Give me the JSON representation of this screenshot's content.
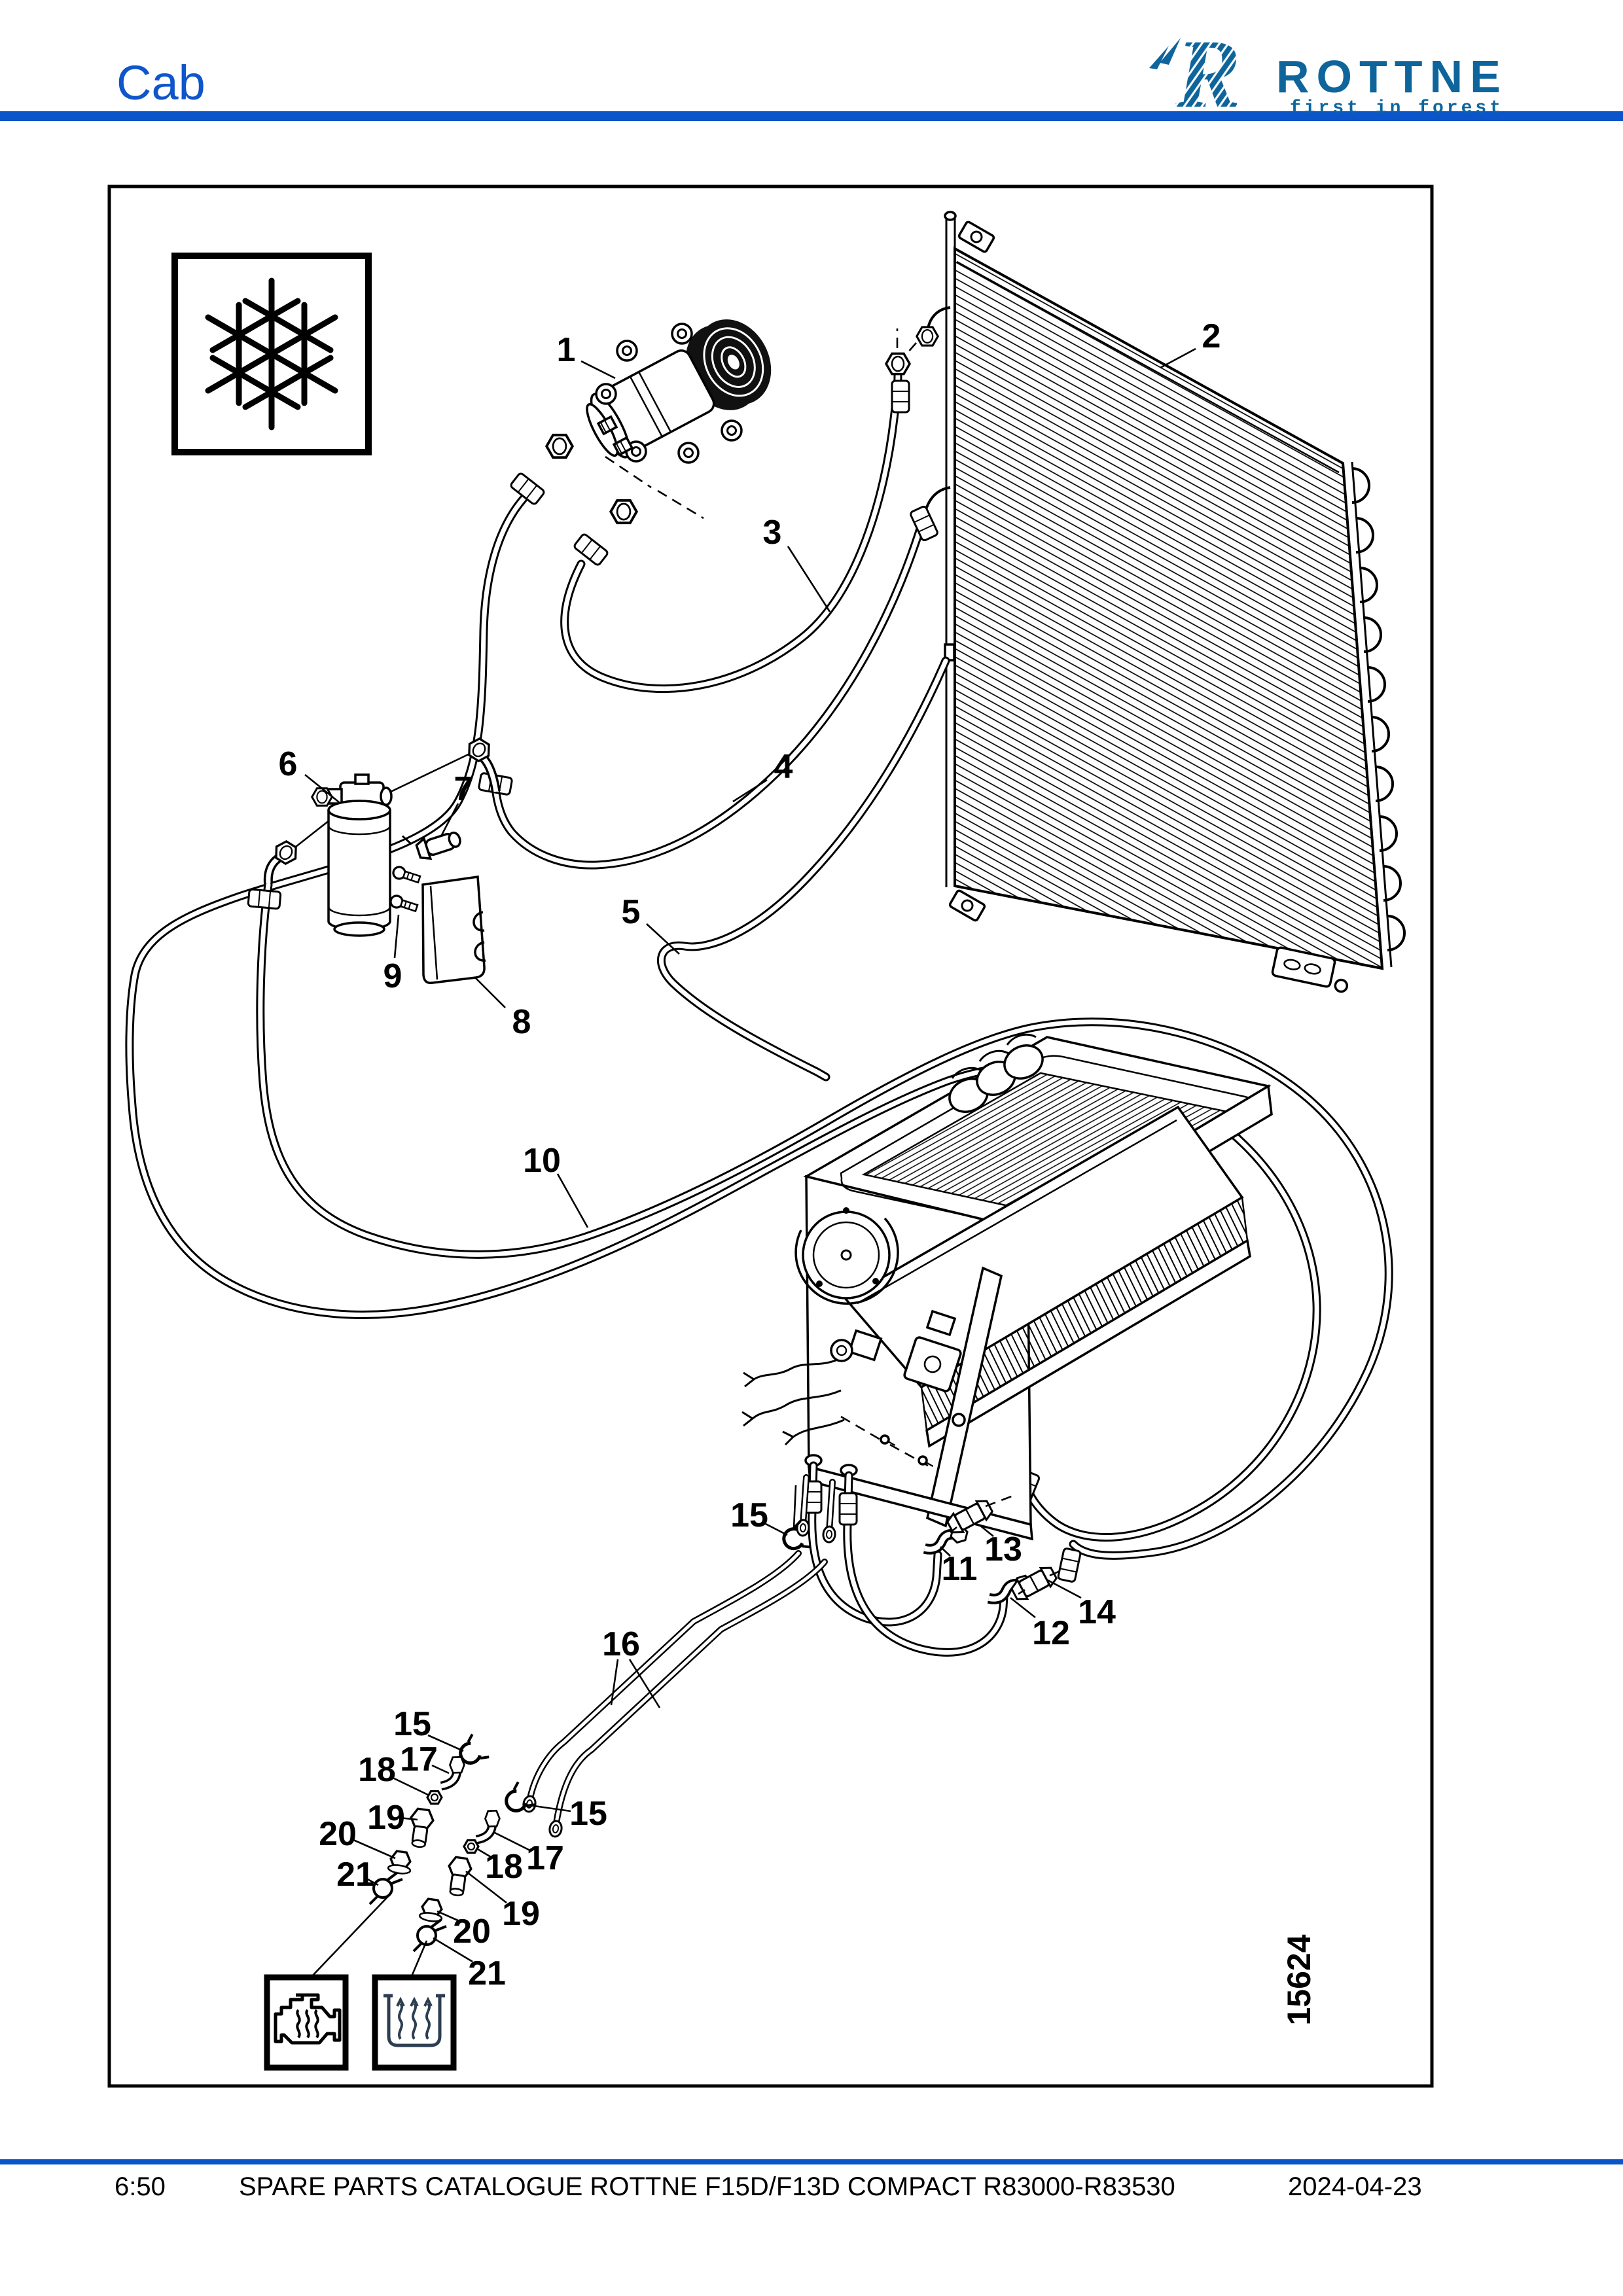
{
  "header": {
    "section_title": "Cab",
    "logo": {
      "brand": "ROTTNE",
      "tagline": "first in forest",
      "mark": "striped-R-emblem"
    }
  },
  "figure": {
    "drawing_number": "15624",
    "symbols": {
      "top_left": "air-conditioning-snowflake",
      "bottom_left_1": "engine-heat",
      "bottom_left_2": "cab-heater"
    },
    "callouts": {
      "c1": "1",
      "c2": "2",
      "c3": "3",
      "c4": "4",
      "c5": "5",
      "c6": "6",
      "c7": "7",
      "c8": "8",
      "c9": "9",
      "c10": "10",
      "c11": "11",
      "c12": "12",
      "c13": "13",
      "c14": "14",
      "c15a": "15",
      "c15b": "15",
      "c15c": "15",
      "c16": "16",
      "c17a": "17",
      "c17b": "17",
      "c18a": "18",
      "c18b": "18",
      "c19a": "19",
      "c19b": "19",
      "c20a": "20",
      "c20b": "20",
      "c21a": "21",
      "c21b": "21"
    }
  },
  "footer": {
    "page_number": "6:50",
    "title": "SPARE PARTS CATALOGUE ROTTNE F15D/F13D COMPACT R83000-R83530",
    "date": "2024-04-23"
  },
  "colors": {
    "header_rule_blue": "#0b55cb",
    "section_title_blue": "#0f55cb",
    "logo_blue": "#0e659c",
    "ink": "#000000"
  }
}
